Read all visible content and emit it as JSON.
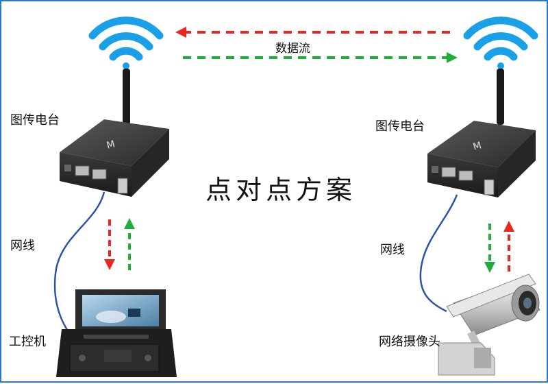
{
  "title": "点对点方案",
  "data_flow_label": "数据流",
  "left": {
    "radio_label": "图传电台",
    "cable_label": "网线",
    "device_label": "工控机"
  },
  "right": {
    "radio_label": "图传电台",
    "cable_label": "网线",
    "device_label": "网络摄像头"
  },
  "colors": {
    "wifi": "#1aa0e8",
    "red_arrow": "#e8281e",
    "green_arrow": "#1fae3a",
    "cable": "#2d52a8",
    "border": "#2a78d6"
  },
  "icons": [
    "wifi-signal-icon",
    "radio-device",
    "laptop-console",
    "ip-camera"
  ]
}
